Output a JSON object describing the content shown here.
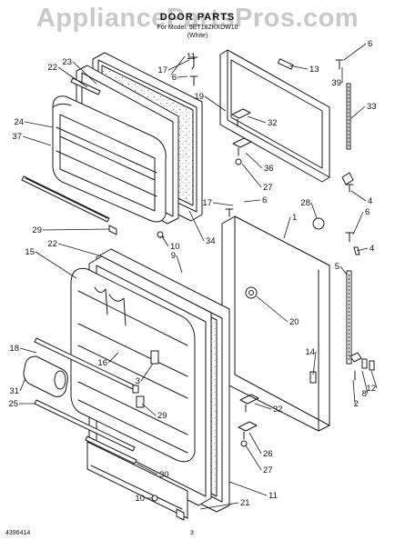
{
  "header": {
    "watermark": "AppliancePartsPros.com",
    "title": "DOOR PARTS",
    "subtitle": "For Model: 9ET18ZKXDW10",
    "variant": "(White)"
  },
  "footer": {
    "code": "4396414",
    "page": "3"
  },
  "callouts": [
    "1",
    "2",
    "3",
    "4",
    "4",
    "5",
    "6",
    "6",
    "6",
    "6",
    "8",
    "9",
    "10",
    "10",
    "11",
    "11",
    "12",
    "13",
    "14",
    "15",
    "16",
    "17",
    "17",
    "18",
    "19",
    "20",
    "21",
    "22",
    "22",
    "23",
    "24",
    "25",
    "26",
    "27",
    "27",
    "28",
    "29",
    "29",
    "30",
    "31",
    "32",
    "32",
    "33",
    "34",
    "36",
    "37",
    "39"
  ],
  "colors": {
    "line": "#1a1a1a",
    "speckle": "#8a8a8a",
    "watermark": "#c9c9c9"
  }
}
